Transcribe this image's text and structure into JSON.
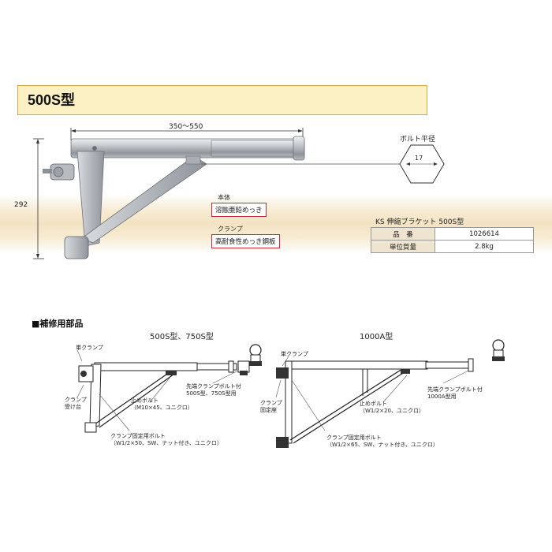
{
  "title": "500S型",
  "dimensions": {
    "length": "350～550",
    "height": "292",
    "bolt_diameter_label": "ボルト平径",
    "bolt_diameter_value": "17"
  },
  "materials": {
    "body_label": "本体",
    "body_value": "溶融亜鉛めっき",
    "clamp_label": "クランプ",
    "clamp_value": "高耐食性めっき鋼板"
  },
  "spec_table": {
    "title": "KS 伸縮ブラケット 500S型",
    "rows": [
      {
        "label": "品　番",
        "value": "1026614"
      },
      {
        "label": "単位質量",
        "value": "2.8kg"
      }
    ]
  },
  "parts_section": {
    "heading": "■補修用部品",
    "left": {
      "title": "500S型、750S型",
      "single_clamp": "単クランプ",
      "clamp_receiver_1": "クランプ",
      "clamp_receiver_2": "受け台",
      "stop_bolt_1": "止めボルト",
      "stop_bolt_2": "（M10×45、ユニクロ）",
      "tip_bolt_1": "先端クランプボルト付",
      "tip_bolt_2": "500S型、750S型用",
      "fix_bolt_1": "クランプ固定用ボルト",
      "fix_bolt_2": "（W1/2×50、SW、ナット付き、ユニクロ）"
    },
    "right": {
      "title": "1000A型",
      "single_clamp": "単クランプ",
      "clamp_seat_1": "クランプ",
      "clamp_seat_2": "固定座",
      "stop_bolt_1": "止めボルト",
      "stop_bolt_2": "（W1/2×20、ユニクロ）",
      "tip_bolt_1": "先端クランプボルト付",
      "tip_bolt_2": "1000A型用",
      "fix_bolt_1": "クランプ固定用ボルト",
      "fix_bolt_2": "（W1/2×65、SW、ナット付き、ユニクロ）"
    }
  }
}
